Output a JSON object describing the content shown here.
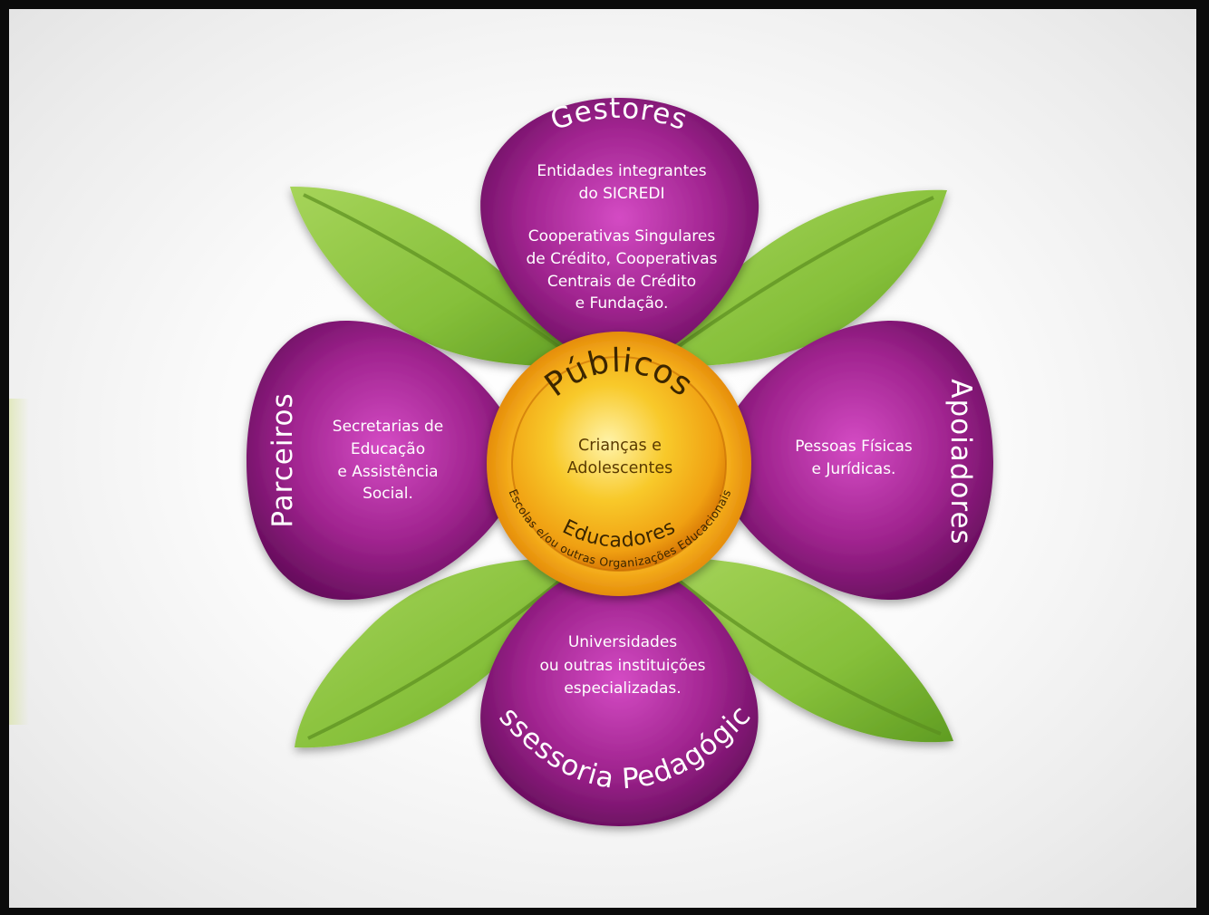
{
  "center": {
    "title": "Públicos",
    "line1": "Crianças e",
    "line2": "Adolescentes",
    "educators": "Educadores",
    "ring_text": "Escolas e/ou outras Organizações Educacionais"
  },
  "petals": {
    "top": {
      "title": "Gestores",
      "lines": [
        "Entidades integrantes",
        "do SICREDI",
        "Cooperativas Singulares",
        "de Crédito, Cooperativas",
        "Centrais de Crédito",
        "e Fundação."
      ]
    },
    "left": {
      "title": "Parceiros",
      "lines": [
        "Secretarias de",
        "Educação",
        "e Assistência",
        "Social."
      ]
    },
    "right": {
      "title": "Apoiadores",
      "lines": [
        "Pessoas Físicas",
        "e Jurídicas."
      ]
    },
    "bottom": {
      "title": "Assessoria Pedagógica",
      "lines": [
        "Universidades",
        "ou outras instituições",
        "especializadas."
      ]
    }
  },
  "colors": {
    "petal": "#9b1f8a",
    "petal_dark": "#5e0a55",
    "leaf": "#8dc63f",
    "leaf_dark": "#4f8c1c",
    "center": "#f6b81a",
    "center_dark": "#d97a06"
  }
}
